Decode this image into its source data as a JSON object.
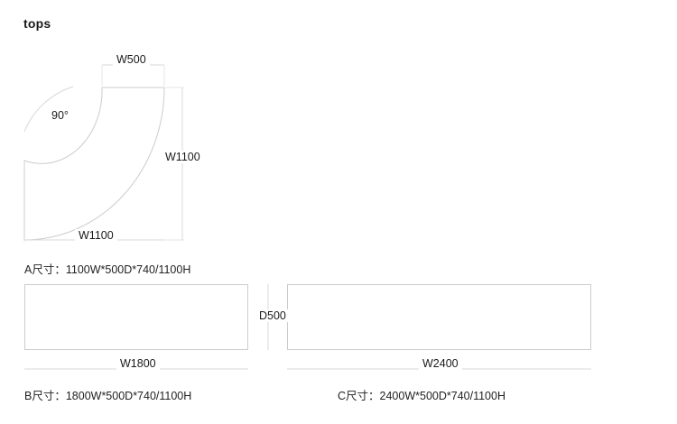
{
  "page": {
    "title": "tops",
    "background_color": "#ffffff",
    "line_color": "#cccccc",
    "text_color": "#222222"
  },
  "drawing": {
    "type": "technical-dimension-drawing",
    "units": "mm",
    "shapes": [
      {
        "id": "A",
        "name": "corner-worktop",
        "form": "quarter-round corner panel",
        "caption": "A尺寸：1100W*500D*740/1100H",
        "dimensions": {
          "width_mm": 1100,
          "depth_mm": 500,
          "height_mm": "740/1100",
          "corner_angle_deg": 90
        },
        "labels": {
          "top": "W500",
          "right": "W1100",
          "bottom": "W1100",
          "angle": "90°"
        }
      },
      {
        "id": "B",
        "name": "straight-worktop-1800",
        "form": "rectangle",
        "caption": "B尺寸：1800W*500D*740/1100H",
        "dimensions": {
          "width_mm": 1800,
          "depth_mm": 500,
          "height_mm": "740/1100"
        },
        "labels": {
          "bottom": "W1800",
          "depth": "D500"
        }
      },
      {
        "id": "C",
        "name": "straight-worktop-2400",
        "form": "rectangle",
        "caption": "C尺寸：2400W*500D*740/1100H",
        "dimensions": {
          "width_mm": 2400,
          "depth_mm": 500,
          "height_mm": "740/1100"
        },
        "labels": {
          "bottom": "W2400"
        }
      }
    ]
  },
  "labels": {
    "w500": "W500",
    "w1100_vertical": "W1100",
    "w1100_horizontal": "W1100",
    "angle_90": "90°",
    "d500": "D500",
    "w1800": "W1800",
    "w2400": "W2400"
  },
  "captions": {
    "a": "A尺寸：1100W*500D*740/1100H",
    "b": "B尺寸：1800W*500D*740/1100H",
    "c": "C尺寸：2400W*500D*740/1100H"
  }
}
